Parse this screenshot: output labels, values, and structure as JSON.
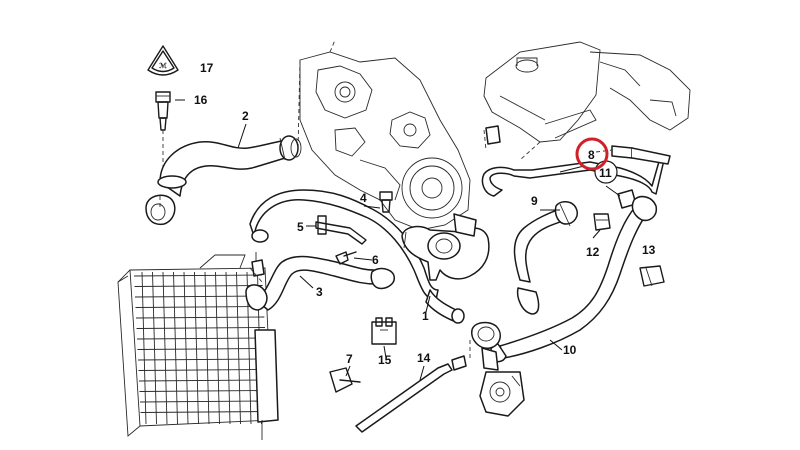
{
  "diagram": {
    "callouts": {
      "p1": "1",
      "p2": "2",
      "p3": "3",
      "p4": "4",
      "p5": "5",
      "p6": "6",
      "p7": "7",
      "p8": "8",
      "p9": "9",
      "p10": "10",
      "p11": "11",
      "p12": "12",
      "p13": "13",
      "p14": "14",
      "p15": "15",
      "p16": "16",
      "p17": "17"
    },
    "highlight_color": "#d0202a",
    "line_color": "#1a1a1a"
  }
}
